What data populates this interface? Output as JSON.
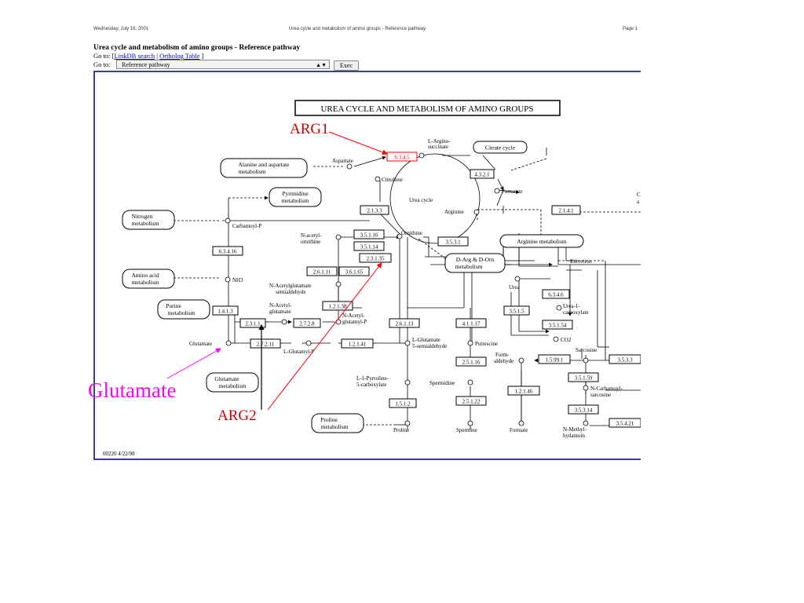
{
  "header": {
    "date": "Wednesday, July 18, 2001",
    "doc_title": "Urea cycle and metabolism of amino groups - Reference pathway",
    "page": "Page 1"
  },
  "page": {
    "title": "Urea cycle and metabolism of amino groups - Reference pathway",
    "goto_label": "Go to:",
    "link_open": "[",
    "link_linkdb": "LinkDB search",
    "link_sep": "|",
    "link_ortholog": "Ortholog Table",
    "link_close": "]",
    "select_value": "Reference pathway",
    "exec_label": "Exec"
  },
  "diagram": {
    "map_title": "UREA CYCLE AND METABOLISM OF AMINO GROUPS",
    "footer": "00220  4/22/98",
    "annotations": {
      "arg1": "ARG1",
      "arg2": "ARG2",
      "glutamate": "Glutamate"
    },
    "annotation_colors": {
      "arrow": "#ff0000",
      "glutamate": "#ff00ff",
      "label": "#cc0000"
    },
    "enzymes": {
      "e6345": "6.3.4.5",
      "e4321": "4.3.2.1",
      "e2133": "2.1.3.3",
      "e2141": "2.1.4.1",
      "e35116": "3.5.1.16",
      "e35114": "3.5.1.14",
      "e3531": "3.5.3.1",
      "e23135": "2.3.1.35",
      "e26111": "2.6.1.11",
      "e36165": "3.6.1.65",
      "e6341": "6.3.4.16",
      "e12138": "1.2.1.38",
      "e1413": "1.4.1.3",
      "e2311": "2.3.1.1",
      "e2728": "2.7.2.8",
      "e26113": "2.6.1.13",
      "e27211": "2.7.2.11",
      "e12141": "1.2.1.41",
      "e41117": "4.1.1.17",
      "e25116": "2.5.1.16",
      "e25122": "2.5.1.22",
      "e1512": "1.5.1.2",
      "e3515": "3.5.1.5",
      "e6346": "6.3.4.6",
      "e35154": "3.5.1.54",
      "e15991": "1.5.99.1",
      "e3533": "3.5.3.3",
      "e35159": "3.5.1.59",
      "e12146": "1.2.1.46",
      "e35314": "3.5.3.14",
      "e35421": "3.5.4.21"
    },
    "pathways": {
      "citrate": "Citrate cycle",
      "ala1": "Alanine and aspartate",
      "ala2": "metabolism",
      "pyr1": "Pyrimidine",
      "pyr2": "metabolism",
      "nit1": "Nitrogen",
      "nit2": "metabolism",
      "arg": "Arginine metabolism",
      "dar1": "D-Arg & D-Orn",
      "dar2": "metabolism",
      "ami1": "Amino acid",
      "ami2": "metabolism",
      "pro1": "Purine",
      "pro2": "metabolism",
      "glu1": "Glutamate",
      "glu2": "metabolism",
      "prl1": "Proline",
      "prl2": "metabolism"
    },
    "compounds": {
      "argsucc1": "L-Argino-",
      "argsucc2": "succinate",
      "aspartate": "Aspartate",
      "citrulline": "Citrulline",
      "fumarate": "Fumarate",
      "ureacycle": "Urea cycle",
      "arginine": "Arginine",
      "carbamoylp": "Carbamoyl-P",
      "nacorn1": "N-acetyl-",
      "nacorn2": "ornithine",
      "ornithine": "Ornithine",
      "excretion": "Excretion",
      "nh3": "NH3",
      "nagsa1": "N-Acetylglutamate",
      "nagsa2": "semialdehyde",
      "urea": "Urea",
      "nag1": "N-Acetyl-",
      "nag2": "glutamate",
      "nagp1": "N-Acetyl-",
      "nagp2": "glutamyl-P",
      "ureacarb1": "Urea-1-",
      "ureacarb2": "carboxylate",
      "glutamate": "Glutamate",
      "glutamylp": "L-Glutamyl-P",
      "glusa1": "L-Glutamate",
      "glusa2": "5-semialdehyde",
      "putrescine": "Putrescine",
      "co2": "CO2",
      "form1": "Form-",
      "form2": "aldehyde",
      "sarcosine": "Sarcosine",
      "p5c1": "L-1-Pyrroline-",
      "p5c2": "5-carboxylate",
      "spermidine": "Spermidine",
      "ncarb1": "N-Carbamoyl-",
      "ncarb2": "sarcosine",
      "proline": "Proline",
      "spermine": "Spermine",
      "formate": "Formate",
      "nmh1": "N-Methyl-",
      "nmh2": "hydantoin",
      "cut1": "C",
      "cut2": "a"
    }
  }
}
